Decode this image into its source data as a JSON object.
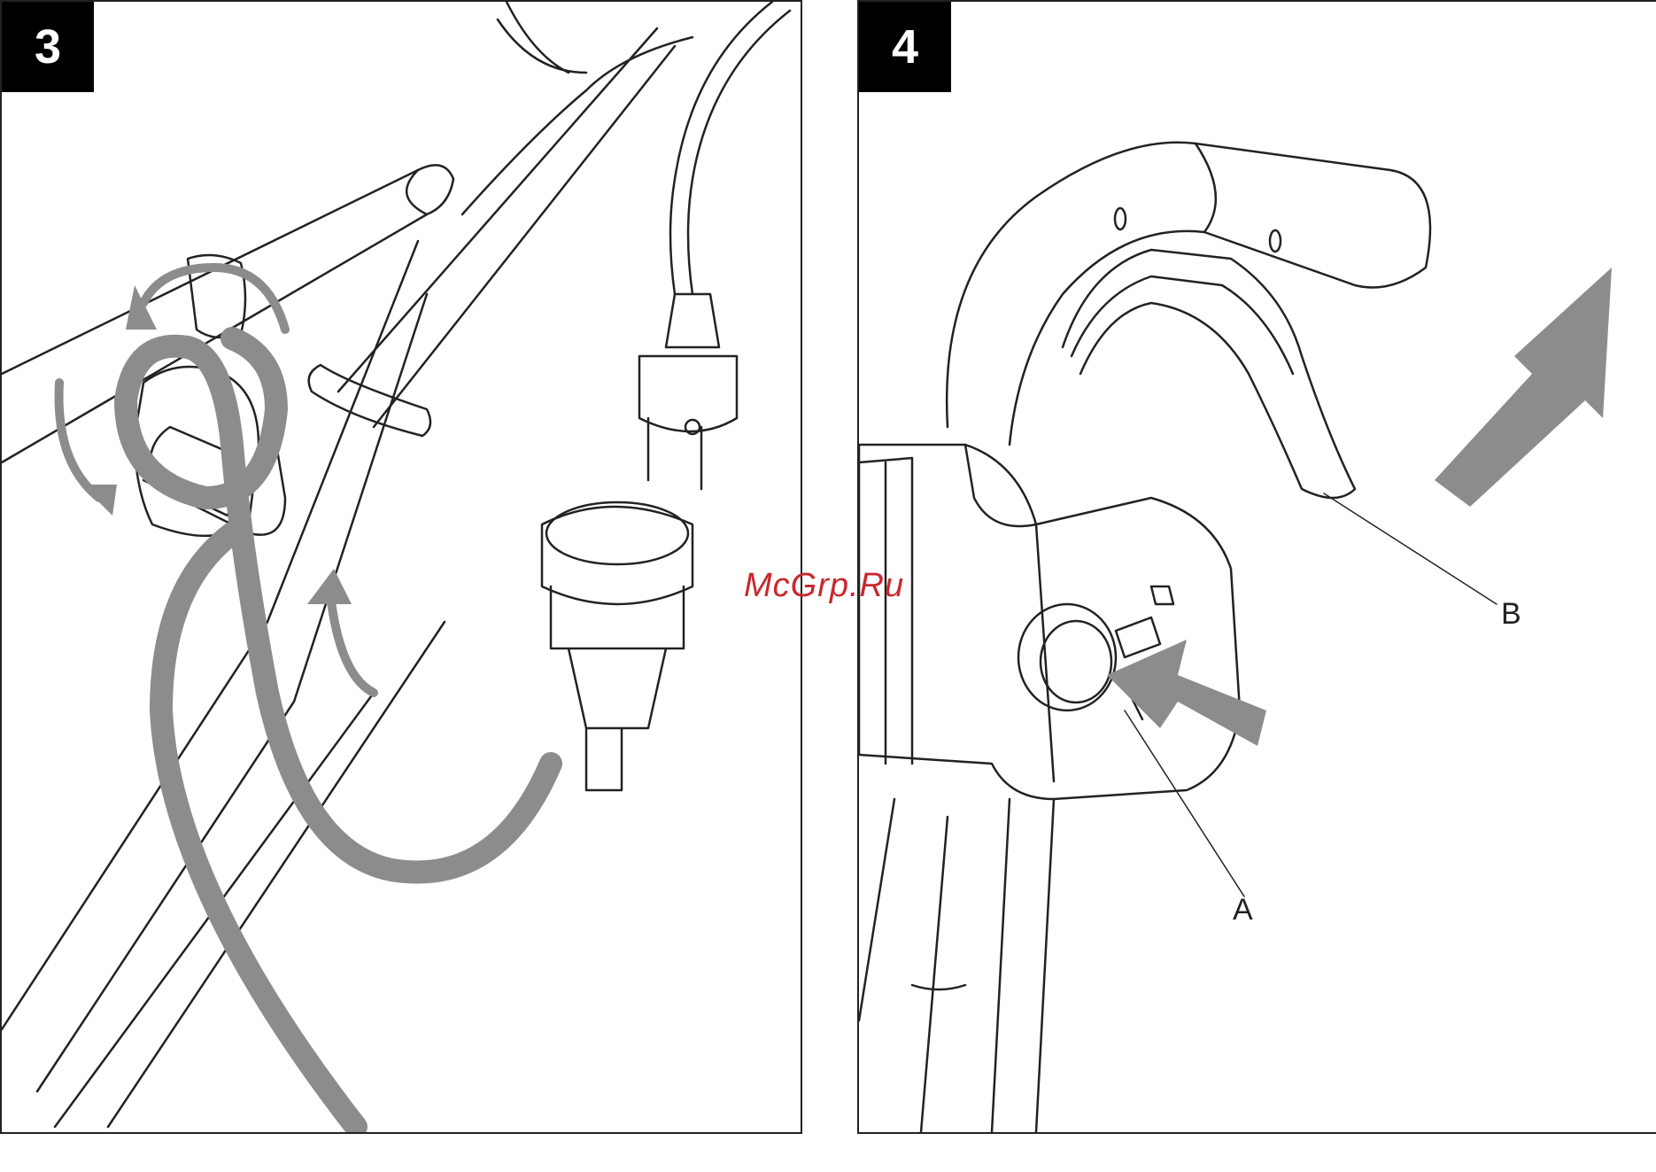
{
  "panels": [
    {
      "step": "3"
    },
    {
      "step": "4",
      "callouts": {
        "a": "A",
        "b": "B"
      }
    }
  ],
  "watermark": "McGrp.Ru",
  "colors": {
    "line": "#222222",
    "arrow": "#8c8c8c",
    "badge": "#000000",
    "watermark": "#c8282d"
  }
}
